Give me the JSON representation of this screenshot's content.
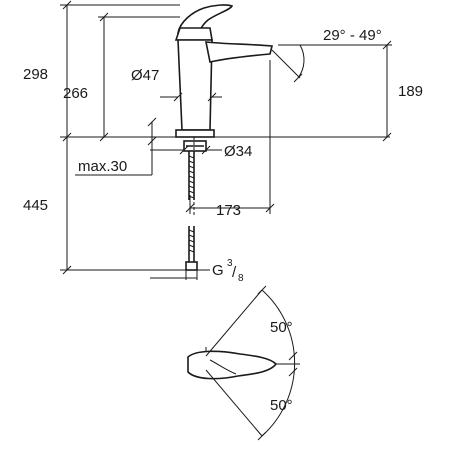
{
  "dimensions": {
    "total_height": "298",
    "spout_height": "266",
    "outlet_height": "189",
    "diameter_body": "Ø47",
    "diameter_base": "Ø34",
    "max_thickness": "max.30",
    "hose_length": "445",
    "reach": "173",
    "angle_spout": "29° - 49°",
    "thread_letter": "G",
    "thread_num": "3",
    "thread_den": "8",
    "swivel_top": "50°",
    "swivel_bottom": "50°"
  }
}
